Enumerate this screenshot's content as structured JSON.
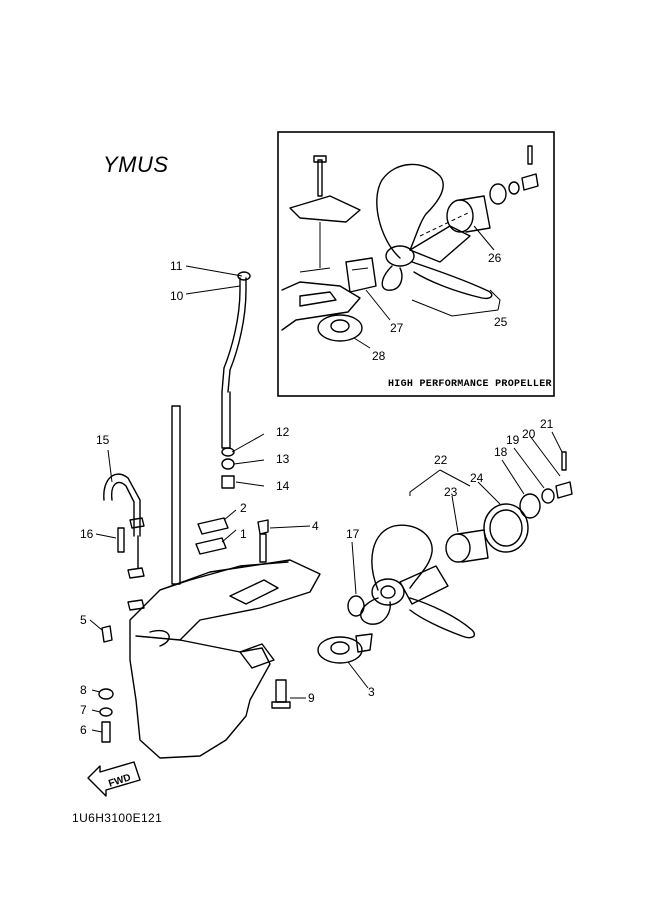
{
  "region_label": "YMUS",
  "inset": {
    "title": "HIGH PERFORMANCE PROPELLER"
  },
  "drawing_code": "1U6H3100E121",
  "fwd_arrow": {
    "label": "FWD"
  },
  "callouts": [
    {
      "id": "c1",
      "label": "1"
    },
    {
      "id": "c2",
      "label": "2"
    },
    {
      "id": "c3",
      "label": "3"
    },
    {
      "id": "c4",
      "label": "4"
    },
    {
      "id": "c5",
      "label": "5"
    },
    {
      "id": "c6",
      "label": "6"
    },
    {
      "id": "c7",
      "label": "7"
    },
    {
      "id": "c8",
      "label": "8"
    },
    {
      "id": "c9",
      "label": "9"
    },
    {
      "id": "c10",
      "label": "10"
    },
    {
      "id": "c11",
      "label": "11"
    },
    {
      "id": "c12",
      "label": "12"
    },
    {
      "id": "c13",
      "label": "13"
    },
    {
      "id": "c14",
      "label": "14"
    },
    {
      "id": "c15",
      "label": "15"
    },
    {
      "id": "c16",
      "label": "16"
    },
    {
      "id": "c17",
      "label": "17"
    },
    {
      "id": "c18",
      "label": "18"
    },
    {
      "id": "c19",
      "label": "19"
    },
    {
      "id": "c20",
      "label": "20"
    },
    {
      "id": "c21",
      "label": "21"
    },
    {
      "id": "c22",
      "label": "22"
    },
    {
      "id": "c23",
      "label": "23"
    },
    {
      "id": "c24",
      "label": "24"
    },
    {
      "id": "c25",
      "label": "25"
    },
    {
      "id": "c26",
      "label": "26"
    },
    {
      "id": "c27",
      "label": "27"
    },
    {
      "id": "c28",
      "label": "28"
    }
  ]
}
